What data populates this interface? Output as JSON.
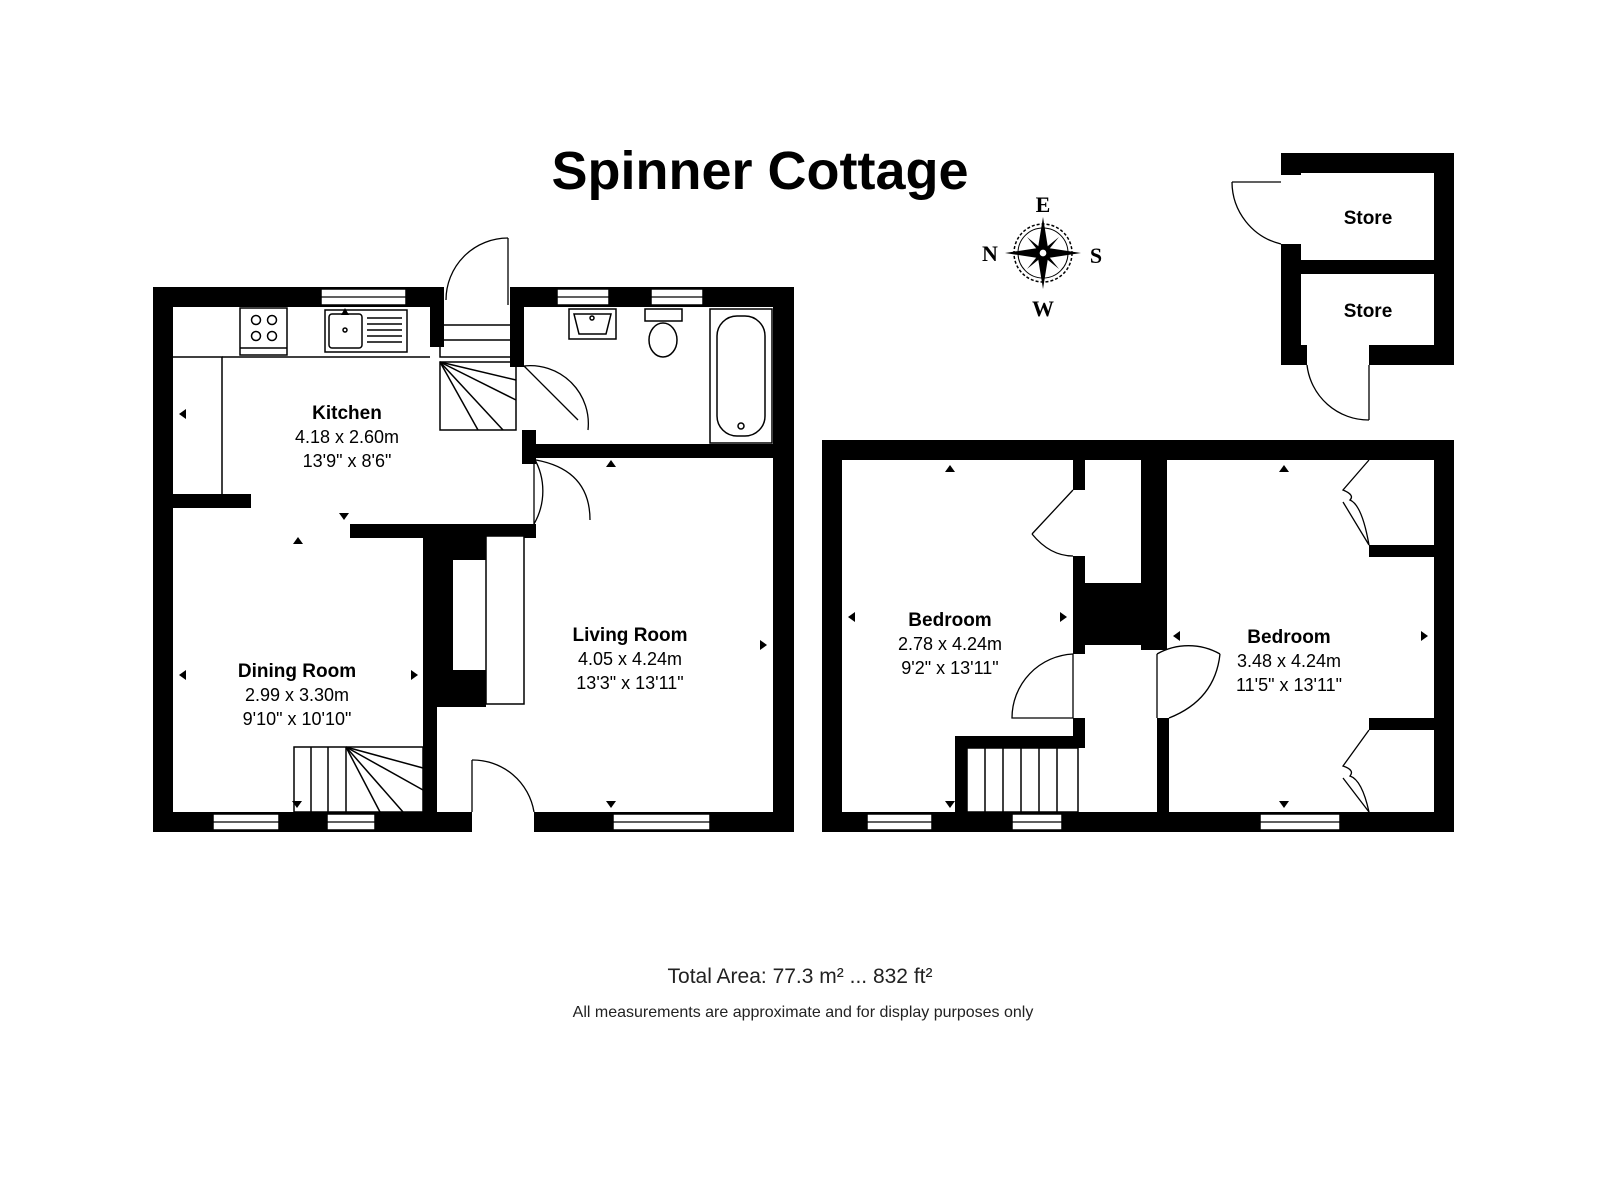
{
  "title": "Spinner Cottage",
  "compass": {
    "north": "N",
    "east": "E",
    "south": "S",
    "west": "W"
  },
  "rooms": {
    "kitchen": {
      "name": "Kitchen",
      "metric": "4.18 x 2.60m",
      "imperial": "13'9\" x 8'6\""
    },
    "dining_room": {
      "name": "Dining Room",
      "metric": "2.99 x 3.30m",
      "imperial": "9'10\" x 10'10\""
    },
    "living_room": {
      "name": "Living Room",
      "metric": "4.05 x 4.24m",
      "imperial": "13'3\" x 13'11\""
    },
    "bedroom_1": {
      "name": "Bedroom",
      "metric": "2.78 x 4.24m",
      "imperial": "9'2\" x 13'11\""
    },
    "bedroom_2": {
      "name": "Bedroom",
      "metric": "3.48 x 4.24m",
      "imperial": "11'5\" x 13'11\""
    },
    "store_1": {
      "name": "Store"
    },
    "store_2": {
      "name": "Store"
    }
  },
  "footer": {
    "total_area": "Total Area: 77.3 m² ... 832 ft²",
    "disclaimer": "All measurements are approximate and for display purposes only"
  }
}
